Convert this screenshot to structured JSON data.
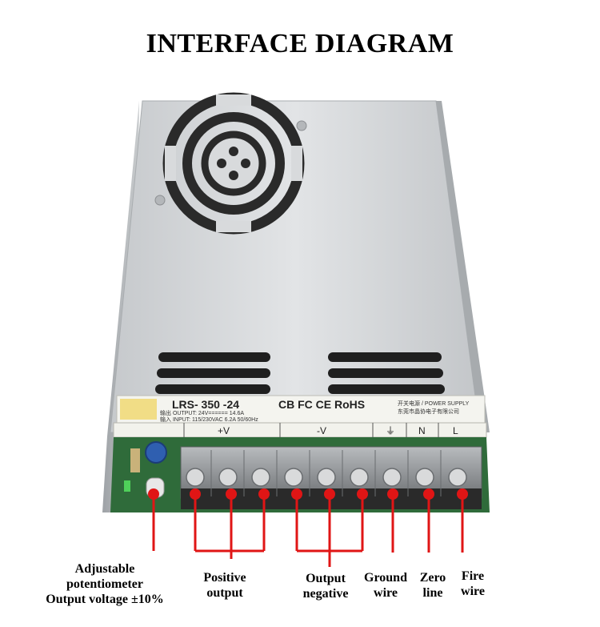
{
  "title": "INTERFACE DIAGRAM",
  "label_plate": {
    "model": "LRS- 350 -24",
    "certs": "CB  FC  CE RoHS",
    "small_line_1": "开关电源 / POWER SUPPLY",
    "small_line_2": "东莞市晶协电子有限公司",
    "output_text": "输出 OUTPUT:  24V====== 14.6A",
    "input_text": "输入 INPUT: 115/230VAC 6.2A 50/60Hz"
  },
  "terminal_markings": [
    "+V",
    "-V",
    "⏚",
    "N",
    "L"
  ],
  "callouts": [
    {
      "id": "potentiometer",
      "lines": [
        "Adjustable",
        "potentiometer",
        "Output voltage ±10%"
      ]
    },
    {
      "id": "positive",
      "lines": [
        "Positive",
        "output"
      ]
    },
    {
      "id": "negative",
      "lines": [
        "Output",
        "negative"
      ]
    },
    {
      "id": "ground",
      "lines": [
        "Ground",
        "wire"
      ]
    },
    {
      "id": "zero",
      "lines": [
        "Zero",
        "line"
      ]
    },
    {
      "id": "fire",
      "lines": [
        "Fire",
        "wire"
      ]
    }
  ],
  "colors": {
    "accent": "#e01515",
    "case": "#d4d7d9",
    "terminal_block": "#8a8d90",
    "pcb": "#2f6b3a"
  }
}
